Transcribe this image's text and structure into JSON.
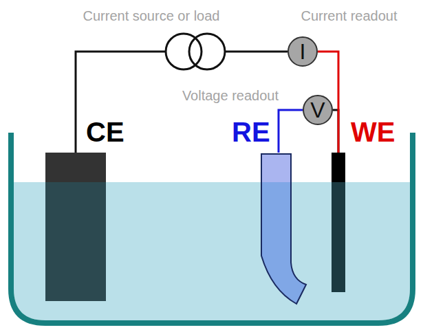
{
  "diagram": {
    "nodes": [
      {
        "text": [
          "Current source or load"
        ]
      },
      {
        "text": [
          "Current readout",
          "I"
        ]
      },
      {
        "text": [
          "Voltage readout",
          "V"
        ]
      },
      {
        "text": [
          "CE"
        ]
      },
      {
        "text": [
          "RE"
        ]
      },
      {
        "text": [
          "WE"
        ]
      }
    ],
    "edges": [
      {
        "from": 3,
        "to": 0,
        "arrow": "none"
      },
      {
        "from": 0,
        "to": 1,
        "arrow": "none"
      },
      {
        "from": 4,
        "to": 2,
        "arrow": "none"
      },
      {
        "from": 2,
        "to": 5,
        "arrow": "none"
      },
      {
        "from": 1,
        "to": 5,
        "arrow": "none"
      }
    ]
  }
}
